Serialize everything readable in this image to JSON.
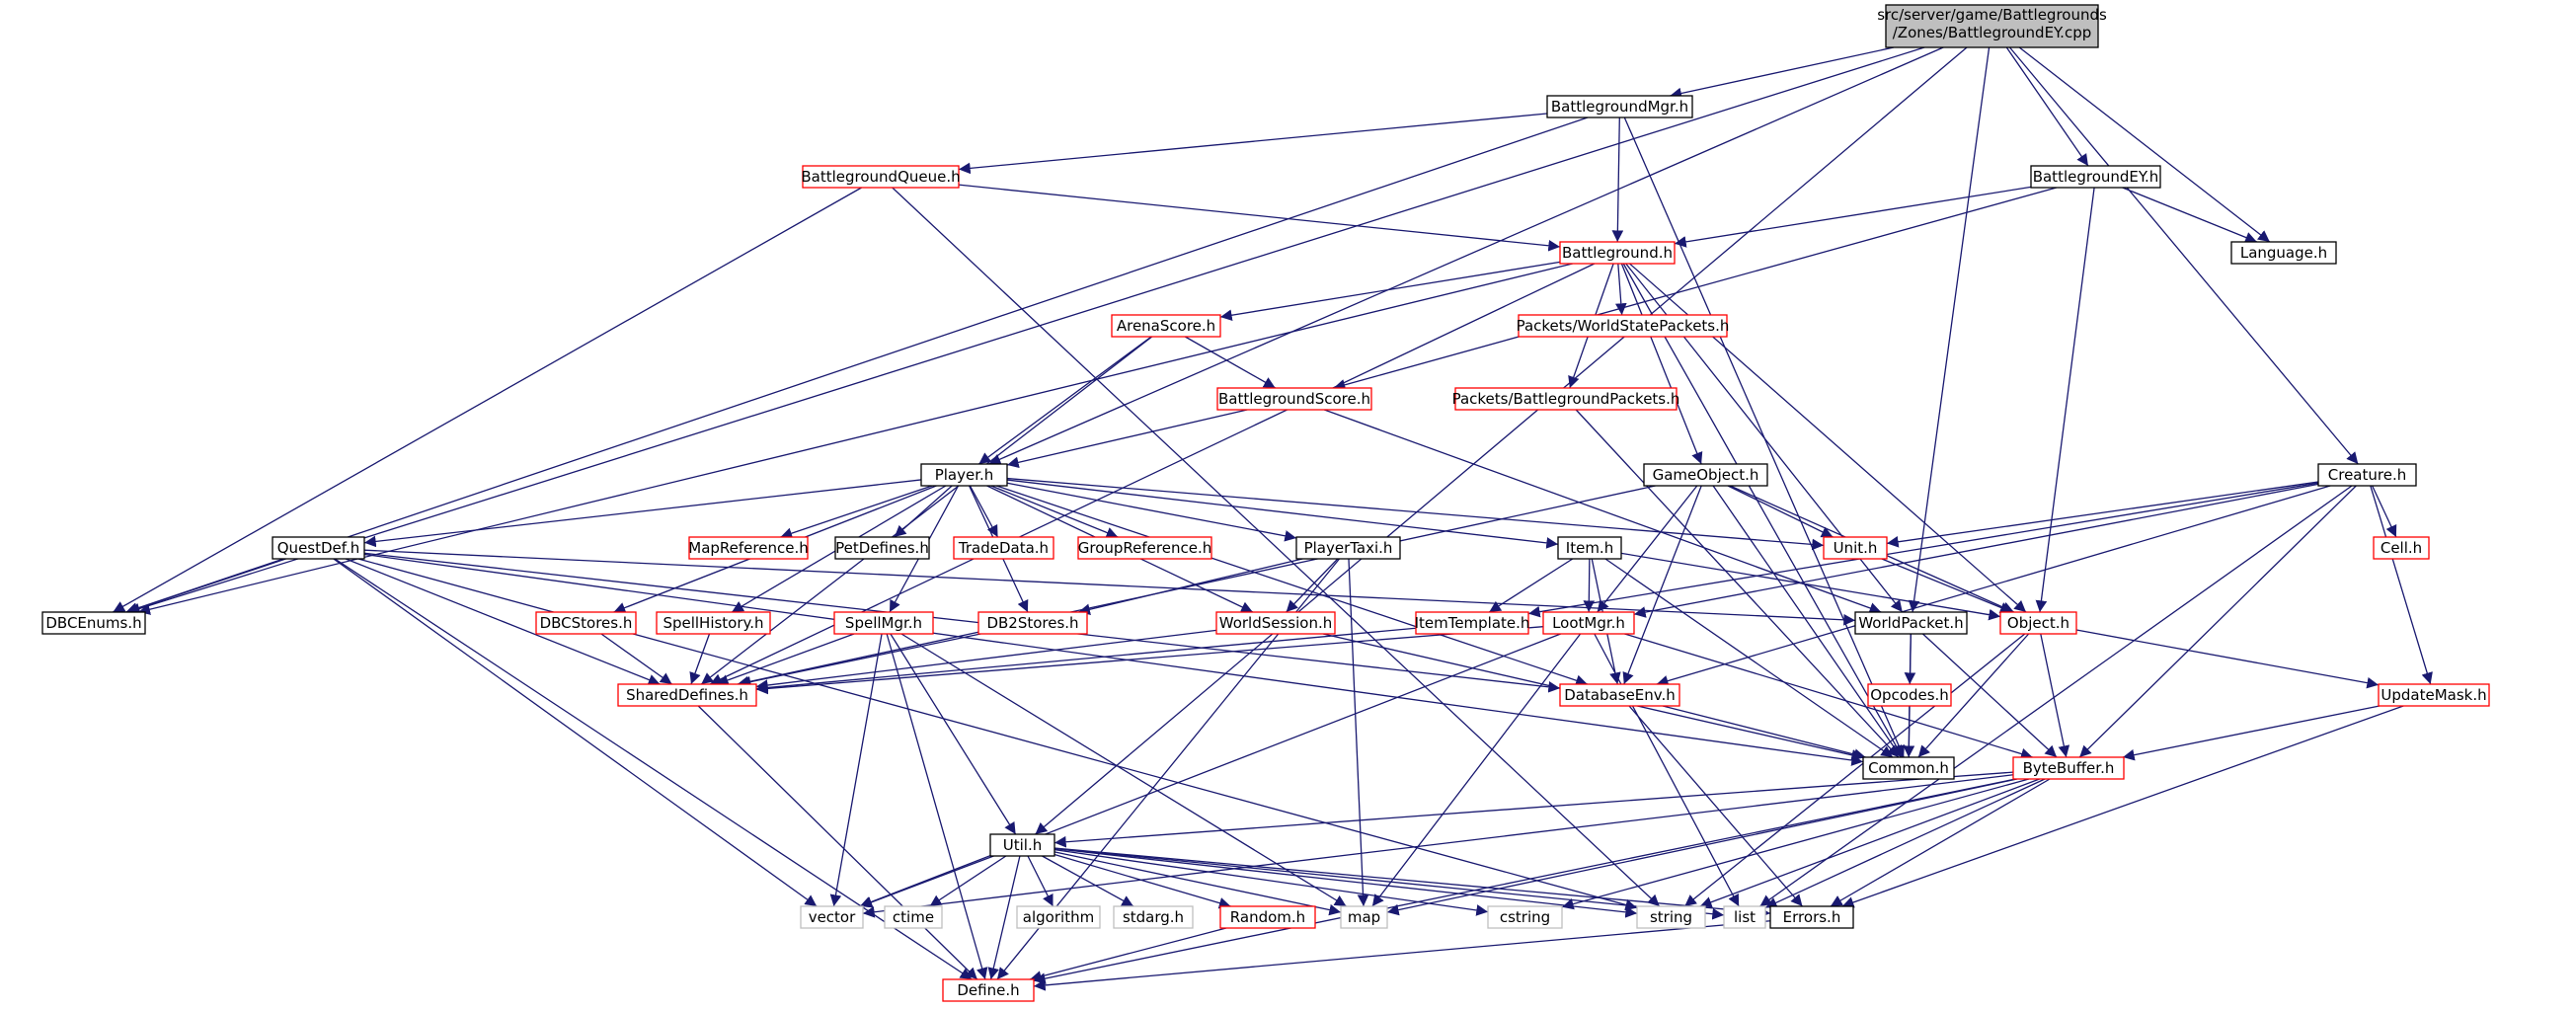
{
  "nodes": [
    {
      "id": "root",
      "label": "src/server/game/Battlegrounds",
      "label2": "/Zones/BattlegroundEY.cpp",
      "kind": "focus"
    },
    {
      "id": "bgmgr",
      "label": "BattlegroundMgr.h",
      "kind": "normal"
    },
    {
      "id": "bgqueue",
      "label": "BattlegroundQueue.h",
      "kind": "truncated"
    },
    {
      "id": "bgey",
      "label": "BattlegroundEY.h",
      "kind": "normal"
    },
    {
      "id": "lang",
      "label": "Language.h",
      "kind": "normal"
    },
    {
      "id": "bg",
      "label": "Battleground.h",
      "kind": "truncated"
    },
    {
      "id": "arena",
      "label": "ArenaScore.h",
      "kind": "truncated"
    },
    {
      "id": "wspk",
      "label": "Packets/WorldStatePackets.h",
      "kind": "truncated"
    },
    {
      "id": "bgscore",
      "label": "BattlegroundScore.h",
      "kind": "truncated"
    },
    {
      "id": "bgpk",
      "label": "Packets/BattlegroundPackets.h",
      "kind": "truncated"
    },
    {
      "id": "player",
      "label": "Player.h",
      "kind": "normal"
    },
    {
      "id": "gobj",
      "label": "GameObject.h",
      "kind": "normal"
    },
    {
      "id": "creature",
      "label": "Creature.h",
      "kind": "normal"
    },
    {
      "id": "questdef",
      "label": "QuestDef.h",
      "kind": "normal"
    },
    {
      "id": "mapref",
      "label": "MapReference.h",
      "kind": "truncated"
    },
    {
      "id": "petdef",
      "label": "PetDefines.h",
      "kind": "normal"
    },
    {
      "id": "trade",
      "label": "TradeData.h",
      "kind": "truncated"
    },
    {
      "id": "groupref",
      "label": "GroupReference.h",
      "kind": "truncated"
    },
    {
      "id": "taxi",
      "label": "PlayerTaxi.h",
      "kind": "normal"
    },
    {
      "id": "item",
      "label": "Item.h",
      "kind": "normal"
    },
    {
      "id": "unit",
      "label": "Unit.h",
      "kind": "truncated"
    },
    {
      "id": "cell",
      "label": "Cell.h",
      "kind": "truncated"
    },
    {
      "id": "dbcenums",
      "label": "DBCEnums.h",
      "kind": "normal"
    },
    {
      "id": "dbcstores",
      "label": "DBCStores.h",
      "kind": "truncated"
    },
    {
      "id": "spellhist",
      "label": "SpellHistory.h",
      "kind": "truncated"
    },
    {
      "id": "spellmgr",
      "label": "SpellMgr.h",
      "kind": "truncated"
    },
    {
      "id": "db2stores",
      "label": "DB2Stores.h",
      "kind": "truncated"
    },
    {
      "id": "wsession",
      "label": "WorldSession.h",
      "kind": "truncated"
    },
    {
      "id": "itemtpl",
      "label": "ItemTemplate.h",
      "kind": "truncated"
    },
    {
      "id": "lootmgr",
      "label": "LootMgr.h",
      "kind": "truncated"
    },
    {
      "id": "wpacket",
      "label": "WorldPacket.h",
      "kind": "normal"
    },
    {
      "id": "object",
      "label": "Object.h",
      "kind": "truncated"
    },
    {
      "id": "shared",
      "label": "SharedDefines.h",
      "kind": "truncated"
    },
    {
      "id": "dbenv",
      "label": "DatabaseEnv.h",
      "kind": "truncated"
    },
    {
      "id": "opcodes",
      "label": "Opcodes.h",
      "kind": "truncated"
    },
    {
      "id": "updmask",
      "label": "UpdateMask.h",
      "kind": "truncated"
    },
    {
      "id": "common",
      "label": "Common.h",
      "kind": "normal"
    },
    {
      "id": "bytebuf",
      "label": "ByteBuffer.h",
      "kind": "truncated"
    },
    {
      "id": "util",
      "label": "Util.h",
      "kind": "normal"
    },
    {
      "id": "vector",
      "label": "vector",
      "kind": "system"
    },
    {
      "id": "ctime",
      "label": "ctime",
      "kind": "system"
    },
    {
      "id": "algorithm",
      "label": "algorithm",
      "kind": "system"
    },
    {
      "id": "stdarg",
      "label": "stdarg.h",
      "kind": "system"
    },
    {
      "id": "random",
      "label": "Random.h",
      "kind": "truncated"
    },
    {
      "id": "map",
      "label": "map",
      "kind": "system"
    },
    {
      "id": "cstring",
      "label": "cstring",
      "kind": "system"
    },
    {
      "id": "string",
      "label": "string",
      "kind": "system"
    },
    {
      "id": "list",
      "label": "list",
      "kind": "system"
    },
    {
      "id": "errors",
      "label": "Errors.h",
      "kind": "normal"
    },
    {
      "id": "define",
      "label": "Define.h",
      "kind": "truncated"
    }
  ],
  "edges": [
    [
      "root",
      "bgmgr"
    ],
    [
      "root",
      "bgey"
    ],
    [
      "root",
      "lang"
    ],
    [
      "root",
      "creature"
    ],
    [
      "root",
      "wpacket"
    ],
    [
      "root",
      "player"
    ],
    [
      "root",
      "dbcenums"
    ],
    [
      "root",
      "util"
    ],
    [
      "bgmgr",
      "bgqueue"
    ],
    [
      "bgmgr",
      "bg"
    ],
    [
      "bgmgr",
      "dbcenums"
    ],
    [
      "bgmgr",
      "common"
    ],
    [
      "bgqueue",
      "bg"
    ],
    [
      "bgqueue",
      "dbcenums"
    ],
    [
      "bgqueue",
      "string"
    ],
    [
      "bgey",
      "bg"
    ],
    [
      "bgey",
      "lang"
    ],
    [
      "bgey",
      "bgscore"
    ],
    [
      "bgey",
      "object"
    ],
    [
      "bg",
      "arena"
    ],
    [
      "bg",
      "wspk"
    ],
    [
      "bg",
      "bgpk"
    ],
    [
      "bg",
      "gobj"
    ],
    [
      "bg",
      "shared"
    ],
    [
      "bg",
      "dbcenums"
    ],
    [
      "bg",
      "object"
    ],
    [
      "bg",
      "wpacket"
    ],
    [
      "bg",
      "common"
    ],
    [
      "arena",
      "bgscore"
    ],
    [
      "arena",
      "player"
    ],
    [
      "arena",
      "shared"
    ],
    [
      "bgscore",
      "player"
    ],
    [
      "bgscore",
      "wpacket"
    ],
    [
      "bgpk",
      "common"
    ],
    [
      "player",
      "questdef"
    ],
    [
      "player",
      "mapref"
    ],
    [
      "player",
      "petdef"
    ],
    [
      "player",
      "trade"
    ],
    [
      "player",
      "groupref"
    ],
    [
      "player",
      "taxi"
    ],
    [
      "player",
      "item"
    ],
    [
      "player",
      "unit"
    ],
    [
      "player",
      "dbcstores"
    ],
    [
      "player",
      "spellhist"
    ],
    [
      "player",
      "spellmgr"
    ],
    [
      "player",
      "db2stores"
    ],
    [
      "player",
      "wsession"
    ],
    [
      "player",
      "dbenv"
    ],
    [
      "gobj",
      "unit"
    ],
    [
      "gobj",
      "shared"
    ],
    [
      "gobj",
      "lootmgr"
    ],
    [
      "gobj",
      "dbenv"
    ],
    [
      "gobj",
      "object"
    ],
    [
      "gobj",
      "common"
    ],
    [
      "creature",
      "unit"
    ],
    [
      "creature",
      "cell"
    ],
    [
      "creature",
      "updmask"
    ],
    [
      "creature",
      "lootmgr"
    ],
    [
      "creature",
      "itemtpl"
    ],
    [
      "creature",
      "dbenv"
    ],
    [
      "creature",
      "bytebuf"
    ],
    [
      "creature",
      "list"
    ],
    [
      "questdef",
      "dbcenums"
    ],
    [
      "questdef",
      "shared"
    ],
    [
      "questdef",
      "wpacket"
    ],
    [
      "questdef",
      "dbenv"
    ],
    [
      "questdef",
      "vector"
    ],
    [
      "questdef",
      "define"
    ],
    [
      "questdef",
      "string"
    ],
    [
      "questdef",
      "common"
    ],
    [
      "taxi",
      "db2stores"
    ],
    [
      "taxi",
      "wsession"
    ],
    [
      "taxi",
      "map"
    ],
    [
      "taxi",
      "define"
    ],
    [
      "item",
      "itemtpl"
    ],
    [
      "item",
      "lootmgr"
    ],
    [
      "item",
      "object"
    ],
    [
      "item",
      "dbenv"
    ],
    [
      "item",
      "common"
    ],
    [
      "unit",
      "object"
    ],
    [
      "dbcstores",
      "shared"
    ],
    [
      "spellhist",
      "shared"
    ],
    [
      "spellmgr",
      "shared"
    ],
    [
      "spellmgr",
      "util"
    ],
    [
      "spellmgr",
      "vector"
    ],
    [
      "spellmgr",
      "map"
    ],
    [
      "spellmgr",
      "define"
    ],
    [
      "db2stores",
      "shared"
    ],
    [
      "wsession",
      "shared"
    ],
    [
      "wsession",
      "common"
    ],
    [
      "itemtpl",
      "shared"
    ],
    [
      "lootmgr",
      "shared"
    ],
    [
      "lootmgr",
      "bytebuf"
    ],
    [
      "lootmgr",
      "vector"
    ],
    [
      "lootmgr",
      "map"
    ],
    [
      "lootmgr",
      "list"
    ],
    [
      "wpacket",
      "opcodes"
    ],
    [
      "wpacket",
      "common"
    ],
    [
      "wpacket",
      "bytebuf"
    ],
    [
      "object",
      "common"
    ],
    [
      "object",
      "updmask"
    ],
    [
      "object",
      "bytebuf"
    ],
    [
      "object",
      "string"
    ],
    [
      "shared",
      "define"
    ],
    [
      "dbenv",
      "common"
    ],
    [
      "dbenv",
      "errors"
    ],
    [
      "opcodes",
      "common"
    ],
    [
      "updmask",
      "bytebuf"
    ],
    [
      "updmask",
      "errors"
    ],
    [
      "bytebuf",
      "util"
    ],
    [
      "bytebuf",
      "vector"
    ],
    [
      "bytebuf",
      "map"
    ],
    [
      "bytebuf",
      "cstring"
    ],
    [
      "bytebuf",
      "string"
    ],
    [
      "bytebuf",
      "list"
    ],
    [
      "bytebuf",
      "errors"
    ],
    [
      "bytebuf",
      "define"
    ],
    [
      "util",
      "vector"
    ],
    [
      "util",
      "ctime"
    ],
    [
      "util",
      "algorithm"
    ],
    [
      "util",
      "stdarg"
    ],
    [
      "util",
      "random"
    ],
    [
      "util",
      "map"
    ],
    [
      "util",
      "cstring"
    ],
    [
      "util",
      "string"
    ],
    [
      "util",
      "list"
    ],
    [
      "util",
      "errors"
    ],
    [
      "util",
      "define"
    ],
    [
      "random",
      "define"
    ],
    [
      "errors",
      "define"
    ]
  ],
  "colors": {
    "edge": "#191970",
    "border_normal": "#000000",
    "border_truncated": "#ff0000",
    "border_system": "#bfbfbf",
    "fill_focus": "#bfbfbf",
    "fill_node": "#ffffff",
    "text": "#000000"
  }
}
